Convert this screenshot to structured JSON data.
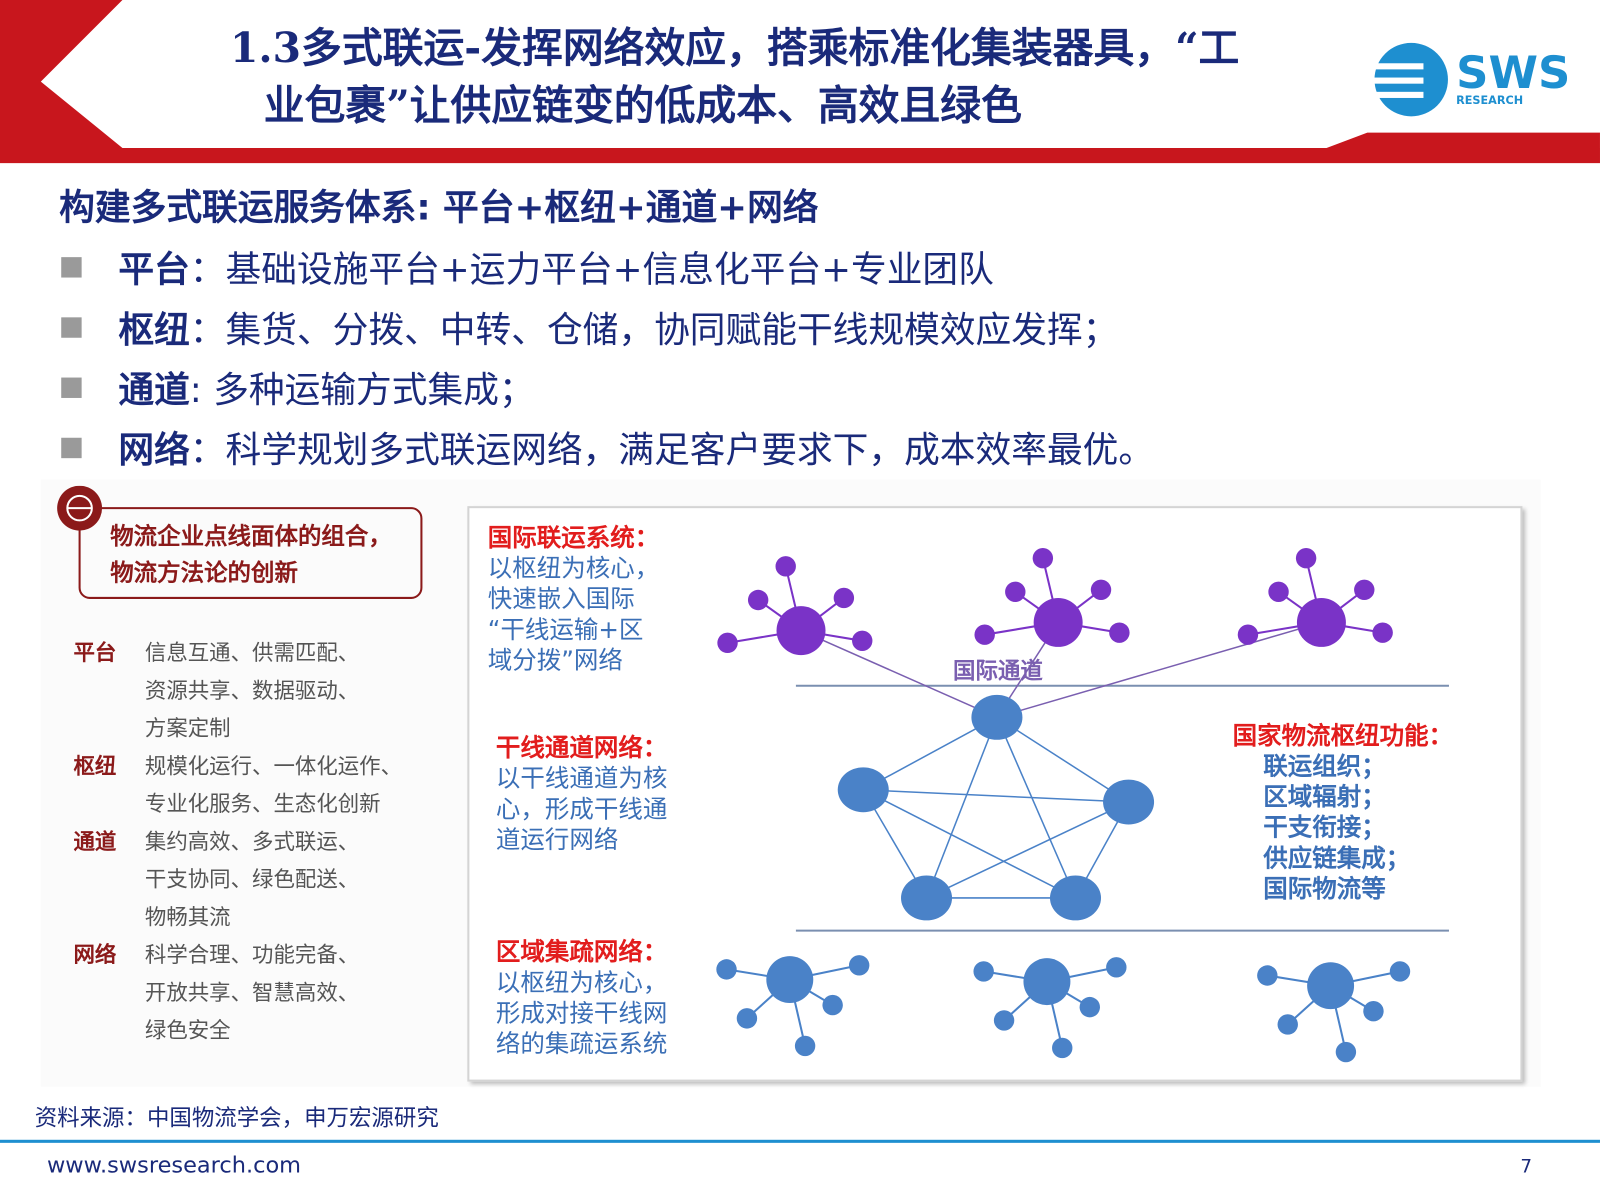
{
  "header": {
    "title_line1": "1.3多式联运-发挥网络效应，搭乘标准化集装器具，“工",
    "title_line2": "业包裹”让供应链变的低成本、高效且绿色",
    "logo_text": "SWS",
    "logo_sub": "RESEARCH"
  },
  "heading": "构建多式联运服务体系: 平台+枢纽+通道+网络",
  "bullets": [
    {
      "key": "平台",
      "text": "：基础设施平台+运力平台+信息化平台+专业团队"
    },
    {
      "key": "枢纽",
      "text": "：集货、分拨、中转、仓储，协同赋能干线规模效应发挥；"
    },
    {
      "key": "通道",
      "text": ": 多种运输方式集成；"
    },
    {
      "key": "网络",
      "text": "：科学规划多式联运网络，满足客户要求下，成本效率最优。"
    }
  ],
  "figure": {
    "banner_line1": "物流企业点线面体的组合，",
    "banner_line2": "物流方法论的创新",
    "left_items": [
      {
        "key": "平台",
        "lines": [
          "信息互通、供需匹配、",
          "资源共享、数据驱动、",
          "方案定制"
        ]
      },
      {
        "key": "枢纽",
        "lines": [
          "规模化运行、一体化运作、",
          "专业化服务、生态化创新"
        ]
      },
      {
        "key": "通道",
        "lines": [
          "集约高效、多式联运、",
          "干支协同、绿色配送、",
          "物畅其流"
        ]
      },
      {
        "key": "网络",
        "lines": [
          "科学合理、功能完备、",
          "开放共享、智慧高效、",
          "绿色安全"
        ]
      }
    ],
    "intl": {
      "title": "国际联运系统：",
      "lines": [
        "以枢纽为核心，",
        "快速嵌入国际",
        "“干线运输+区",
        "域分拨”网络"
      ]
    },
    "intl_channel": "国际通道",
    "trunk": {
      "title": "干线通道网络：",
      "lines": [
        "以干线通道为核",
        "心，形成干线通",
        "道运行网络"
      ]
    },
    "hub": {
      "title": "国家物流枢纽功能：",
      "lines": [
        "联运组织；",
        "区域辐射；",
        "干支衔接；",
        "供应链集成；",
        "国际物流等"
      ]
    },
    "regional": {
      "title": "区域集疏网络：",
      "lines": [
        "以枢纽为核心，",
        "形成对接干线网",
        "络的集疏运系统"
      ]
    }
  },
  "source": "资料来源：中国物流学会，申万宏源研究",
  "footer": {
    "url": "www.swsresearch.com",
    "page": "7"
  },
  "colors": {
    "navy": "#1a2a7a",
    "red": "#c8161d",
    "purple": "#7a33c7",
    "blue": "#4a82c8"
  }
}
